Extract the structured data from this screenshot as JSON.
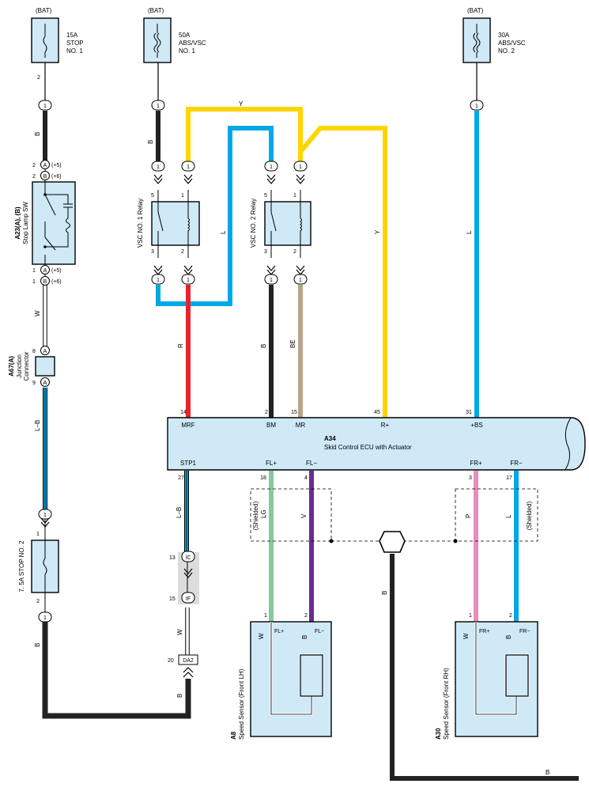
{
  "colors": {
    "box_fill": "#cfe9f6",
    "junction_fill": "#dcdcdc",
    "wire_black": "#222222",
    "wire_blue": "#00a8e6",
    "wire_yellow": "#ffd500",
    "wire_red": "#e8232d",
    "wire_tan": "#b7a48a",
    "wire_green": "#86c99a",
    "wire_violet": "#6b2b8f",
    "wire_pink": "#e98bbd"
  },
  "fuses": {
    "f1": {
      "supply": "(BAT)",
      "l1": "15A",
      "l2": "STOP",
      "l3": "NO. 1",
      "pin": "2"
    },
    "f2": {
      "supply": "(BAT)",
      "l1": "50A",
      "l2": "ABS/VSC",
      "l3": "NO. 1"
    },
    "f3": {
      "supply": "(BAT)",
      "l1": "30A",
      "l2": "ABS/VSC",
      "l3": "NO. 2"
    },
    "f4": {
      "label": "7. 5A STOP NO. 2",
      "pin_top": "1",
      "pin_bottom": "2"
    }
  },
  "stop_lamp_sw": {
    "code": "A23(A), (B)",
    "name": "Stop Lamp SW",
    "top_pin_a": "2",
    "top_conn_a": "A",
    "top_note_a": "(+5)",
    "top_pin_b": "2",
    "top_conn_b": "B",
    "top_note_b": "(+6)",
    "bot_pin_a": "1",
    "bot_conn_a": "A",
    "bot_note_a": "(+5)",
    "bot_pin_b": "1",
    "bot_conn_b": "B",
    "bot_note_b": "(+6)"
  },
  "junction": {
    "code": "A67(A)",
    "name1": "Junction",
    "name2": "Connector",
    "pin_top": "8",
    "pin_bottom": "9",
    "conn": "A"
  },
  "relays": {
    "r1": {
      "name": "VSC NO. 1 Relay",
      "p5": "5",
      "p1": "1",
      "p3": "3",
      "p2": "2"
    },
    "r2": {
      "name": "VSC NO. 2 Relay",
      "p5": "5",
      "p1": "1",
      "p3": "3",
      "p2": "2"
    }
  },
  "connector_tag": "1",
  "ecu": {
    "code": "A34",
    "name": "Skid Control ECU with Actuator",
    "top_pins": [
      {
        "num": "14",
        "name": "MRF"
      },
      {
        "num": "2",
        "name": "BM"
      },
      {
        "num": "15",
        "name": "MR"
      },
      {
        "num": "45",
        "name": "R+"
      },
      {
        "num": "31",
        "name": "+BS"
      }
    ],
    "bottom_pins": [
      {
        "num": "27",
        "name": "STP1"
      },
      {
        "num": "18",
        "name": "FL+"
      },
      {
        "num": "4",
        "name": "FL−"
      },
      {
        "num": "3",
        "name": "FR+"
      },
      {
        "num": "17",
        "name": "FR−"
      }
    ]
  },
  "wire_labels": {
    "y_top": "Y",
    "b1": "B",
    "w1": "W",
    "lb1": "L–B",
    "b2": "B",
    "b3": "B",
    "l_loop": "L",
    "r": "R",
    "b4": "B",
    "be": "BE",
    "y": "Y",
    "l_right": "L",
    "lb2": "L–B",
    "w2": "W",
    "b5": "B",
    "lg": "LG",
    "v": "V",
    "p": "P",
    "l2": "L",
    "b_gnd": "B",
    "b_gnd2": "B"
  },
  "shielded": "(Shielded)",
  "junction_ic": {
    "pin": "13",
    "conn": "IC"
  },
  "junction_if": {
    "pin": "15",
    "conn": "IF"
  },
  "da2": {
    "pin": "20",
    "conn": "DA2"
  },
  "sensors": {
    "lh": {
      "code": "A8",
      "name": "Speed Sensor (Front LH)",
      "pin1": "1",
      "pin2": "2",
      "plus": "FL+",
      "minus": "FL−",
      "w": "W",
      "b": "B"
    },
    "rh": {
      "code": "A30",
      "name": "Speed Sensor (Front RH)",
      "pin1": "1",
      "pin2": "2",
      "plus": "FR+",
      "minus": "FR−",
      "w": "W",
      "b": "B"
    }
  }
}
